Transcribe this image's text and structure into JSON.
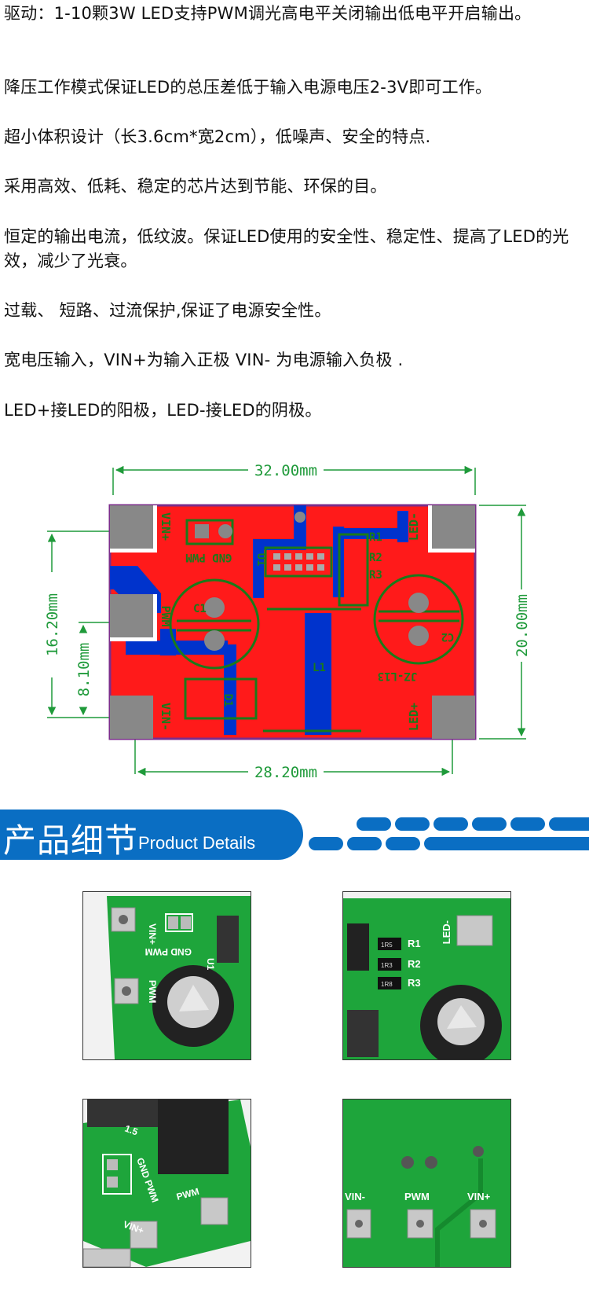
{
  "description": {
    "paragraphs": [
      "驱动：1-10颗3W LED支持PWM调光高电平关闭输出低电平开启输出。",
      "降压工作模式保证LED的总压差低于输入电源电压2-3V即可工作。",
      "超小体积设计（长3.6cm*宽2cm），低噪声、安全的特点.",
      "采用高效、低耗、稳定的芯片达到节能、环保的目。",
      "恒定的输出电流，低纹波。保证LED使用的安全性、稳定性、提高了LED的光效，减少了光衰。",
      "过载、 短路、过流保护,保证了电源安全性。",
      "宽电压输入，VIN+为输入正极 VIN- 为电源输入负极 .",
      "LED+接LED的阳极，LED-接LED的阴极。"
    ]
  },
  "pcb_diagram": {
    "dims": {
      "top": "32.00mm",
      "bottom": "28.20mm",
      "left_outer": "16.20mm",
      "left_inner": "8.10mm",
      "right": "20.00mm"
    },
    "pins": {
      "vin_plus": "VIN+",
      "pwm": "PWM",
      "vin_minus": "VIN-",
      "led_minus": "LED-",
      "led_plus": "LED+"
    },
    "labels": {
      "gnd_pwm": "GND PWM",
      "u1": "U1",
      "c1": "C1",
      "c2": "C2",
      "l1": "L1",
      "d1": "D1",
      "r1": "R1",
      "r2": "R2",
      "r3": "R3",
      "board_id": "JZ-L13"
    },
    "colors": {
      "board": "#ff1a1a",
      "trace": "#0033cc",
      "silk": "#1a7a1a",
      "pad": "#888888",
      "outline": "#7b2d8b",
      "dim": "#1f9a3a"
    }
  },
  "section": {
    "title_cn": "产品细节",
    "title_en": "Product Details",
    "accent": "#0a6ec3"
  },
  "photos": [
    {
      "labels": [
        "VIN+",
        "GND PWM",
        "PWM",
        "U1"
      ]
    },
    {
      "labels": [
        "LED-",
        "R1",
        "R2",
        "R3",
        "1R5",
        "1R3",
        "1R8"
      ]
    },
    {
      "labels": [
        "GND PWM",
        "PWM",
        "VIN+",
        "1.5"
      ]
    },
    {
      "labels": [
        "VIN-",
        "PWM",
        "VIN+"
      ]
    }
  ]
}
